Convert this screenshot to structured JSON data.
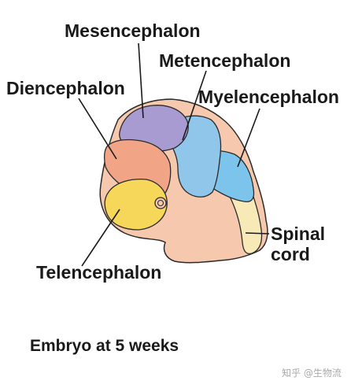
{
  "labels": {
    "mesencephalon": "Mesencephalon",
    "metencephalon": "Metencephalon",
    "diencephalon": "Diencephalon",
    "myelencephalon": "Myelencephalon",
    "spinal_line1": "Spinal",
    "spinal_line2": "cord",
    "telencephalon": "Telencephalon"
  },
  "caption": "Embryo at 5 weeks",
  "watermark": "知乎 @生物流",
  "colors": {
    "mesencephalon": "#a89bd2",
    "metencephalon": "#8fc6ea",
    "diencephalon": "#f2a487",
    "myelencephalon": "#7cc4ec",
    "telencephalon": "#f7d75a",
    "spinal_cord": "#f8eab6",
    "skin": "#f6c9ae",
    "outline": "#2b2b2b"
  }
}
